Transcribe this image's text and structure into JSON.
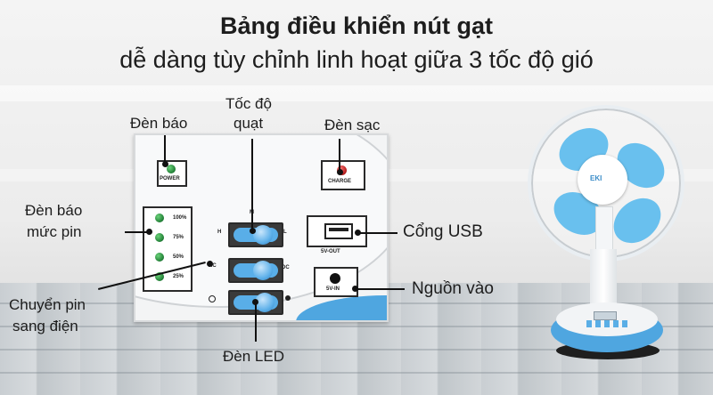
{
  "title": {
    "line1": "Bảng điều khiển nút gạt",
    "line2": "dễ dàng tùy chỉnh linh hoạt giữa 3 tốc độ gió"
  },
  "callouts": {
    "den_bao": "Đèn báo",
    "toc_do_1": "Tốc độ",
    "toc_do_2": "quạt",
    "den_sac": "Đèn sạc",
    "den_bao_muc_pin_1": "Đèn báo",
    "den_bao_muc_pin_2": "mức pin",
    "cong_usb": "Cổng USB",
    "chuyen_pin_1": "Chuyển pin",
    "chuyen_pin_2": "sang điện",
    "nguon_vao": "Nguồn vào",
    "den_led": "Đèn LED"
  },
  "panel": {
    "power_label": "POWER",
    "charge_label": "CHARGE",
    "battery_levels": [
      "100%",
      "75%",
      "50%",
      "25%"
    ],
    "speed_labels": {
      "m": "M",
      "h": "H",
      "l": "L"
    },
    "ac_label": "AC",
    "dc_label": "DC",
    "usb_label": "5V-OUT",
    "dc_in_label": "5V-IN"
  },
  "fan": {
    "badge": "EKI"
  },
  "colors": {
    "accent_blue": "#59aee8",
    "led_green": "#1f7d34",
    "led_red": "#b51c1c"
  }
}
